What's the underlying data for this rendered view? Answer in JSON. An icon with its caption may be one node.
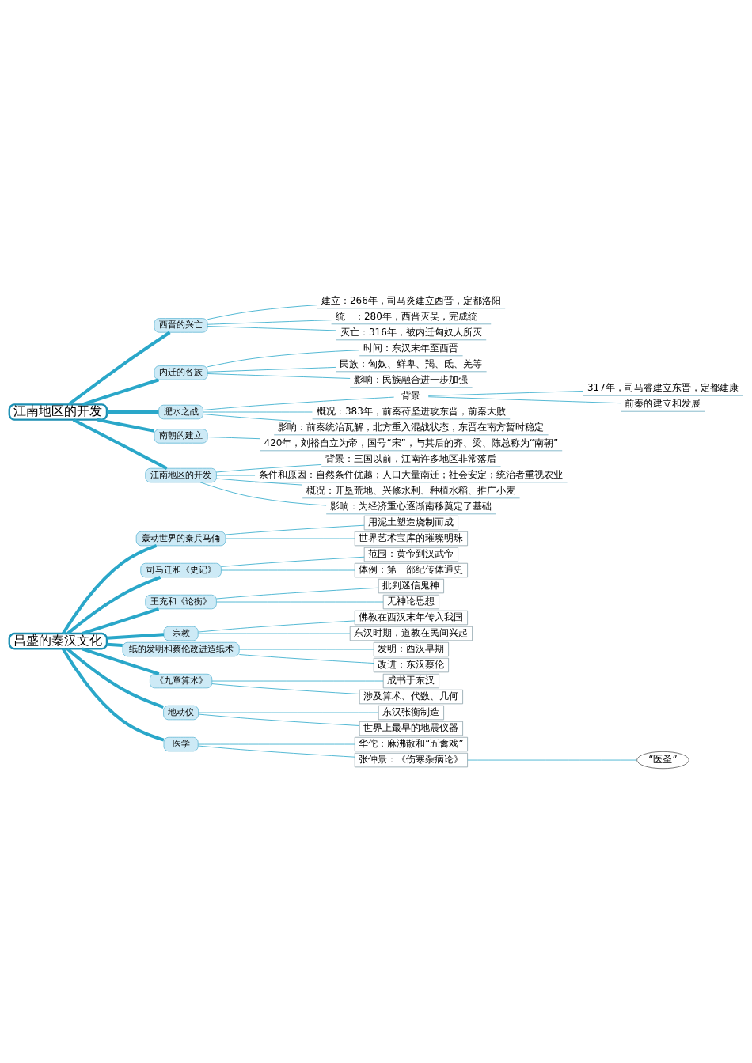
{
  "diagram": {
    "nodes": [
      {
        "text": [
          "昌盛的秦汉文化"
        ]
      },
      {
        "text": [
          "轰动世界的秦兵马俑"
        ]
      },
      {
        "text": [
          "用泥土塑造烧制而成"
        ]
      },
      {
        "text": [
          "世界艺术宝库的璀璨明珠"
        ]
      },
      {
        "text": [
          "司马迁和《史记》"
        ]
      },
      {
        "text": [
          "范围：黄帝到汉武帝"
        ]
      },
      {
        "text": [
          "体例：第一部纪传体通史"
        ]
      },
      {
        "text": [
          "王充和《论衡》"
        ]
      },
      {
        "text": [
          "批判迷信鬼神"
        ]
      },
      {
        "text": [
          "无神论思想"
        ]
      },
      {
        "text": [
          "宗教"
        ]
      },
      {
        "text": [
          "佛教在西汉末年传入我国"
        ]
      },
      {
        "text": [
          "东汉时期，道教在民间兴起"
        ]
      },
      {
        "text": [
          "纸的发明和蔡伦改进造纸术"
        ]
      },
      {
        "text": [
          "发明：西汉早期"
        ]
      },
      {
        "text": [
          "改进：东汉蔡伦"
        ]
      },
      {
        "text": [
          "《九章算术》"
        ]
      },
      {
        "text": [
          "成书于东汉"
        ]
      },
      {
        "text": [
          "涉及算术、代数、几何"
        ]
      },
      {
        "text": [
          "地动仪"
        ]
      },
      {
        "text": [
          "东汉张衡制造"
        ]
      },
      {
        "text": [
          "世界上最早的地震仪器"
        ]
      },
      {
        "text": [
          "医学"
        ]
      },
      {
        "text": [
          "华佗：麻沸散和“五禽戏”"
        ]
      },
      {
        "text": [
          "张仲景：《伤寒杂病论》"
        ]
      },
      {
        "text": [
          "“医圣”"
        ]
      },
      {
        "text": [
          "江南地区的开发"
        ]
      },
      {
        "text": [
          "西晋的兴亡"
        ]
      },
      {
        "text": [
          "建立：266年，司马炎建立西晋，定都洛阳"
        ]
      },
      {
        "text": [
          "统一：280年，西晋灭吴，完成统一"
        ]
      },
      {
        "text": [
          "灭亡：316年，被内迁匈奴人所灭"
        ]
      },
      {
        "text": [
          "内迁的各族"
        ]
      },
      {
        "text": [
          "时间：东汉末年至西晋"
        ]
      },
      {
        "text": [
          "民族：匈奴、鲜卑、羯、氐、羌等"
        ]
      },
      {
        "text": [
          "影响：民族融合进一步加强"
        ]
      },
      {
        "text": [
          "淝水之战"
        ]
      },
      {
        "text": [
          "背景"
        ]
      },
      {
        "text": [
          "317年，司马睿建立东晋，定都建康"
        ]
      },
      {
        "text": [
          "前秦的建立和发展"
        ]
      },
      {
        "text": [
          "概况：383年，前秦苻坚进攻东晋，前秦大败"
        ]
      },
      {
        "text": [
          "影响：前秦统治瓦解，北方重入混战状态，东晋在南方暂时稳定"
        ]
      },
      {
        "text": [
          "南朝的建立"
        ]
      },
      {
        "text": [
          "420年，刘裕自立为帝，国号“宋”，与其后的齐、梁、陈总称为“南朝”"
        ]
      },
      {
        "text": [
          "江南地区的开发"
        ]
      },
      {
        "text": [
          "背景：三国以前，江南许多地区非常落后"
        ]
      },
      {
        "text": [
          "条件和原因：自然条件优越；人口大量南迁；社会安定；统治者重视农业"
        ]
      },
      {
        "text": [
          "概况：开垦荒地、兴修水利、种植水稻、推广小麦"
        ]
      },
      {
        "text": [
          "影响：为经济重心逐渐南移奠定了基础"
        ]
      }
    ],
    "edges": [
      {
        "from": 0,
        "to": 1,
        "arrow": "none",
        "style": "thick"
      },
      {
        "from": 1,
        "to": 2,
        "arrow": "none"
      },
      {
        "from": 1,
        "to": 3,
        "arrow": "none"
      },
      {
        "from": 0,
        "to": 4,
        "arrow": "none",
        "style": "thick"
      },
      {
        "from": 4,
        "to": 5,
        "arrow": "none"
      },
      {
        "from": 4,
        "to": 6,
        "arrow": "none"
      },
      {
        "from": 0,
        "to": 7,
        "arrow": "none",
        "style": "thick"
      },
      {
        "from": 7,
        "to": 8,
        "arrow": "none"
      },
      {
        "from": 7,
        "to": 9,
        "arrow": "none"
      },
      {
        "from": 0,
        "to": 10,
        "arrow": "none",
        "style": "thick"
      },
      {
        "from": 10,
        "to": 11,
        "arrow": "none"
      },
      {
        "from": 10,
        "to": 12,
        "arrow": "none"
      },
      {
        "from": 0,
        "to": 13,
        "arrow": "none",
        "style": "thick"
      },
      {
        "from": 13,
        "to": 14,
        "arrow": "none"
      },
      {
        "from": 13,
        "to": 15,
        "arrow": "none"
      },
      {
        "from": 0,
        "to": 16,
        "arrow": "none",
        "style": "thick"
      },
      {
        "from": 16,
        "to": 17,
        "arrow": "none"
      },
      {
        "from": 16,
        "to": 18,
        "arrow": "none"
      },
      {
        "from": 0,
        "to": 19,
        "arrow": "none",
        "style": "thick"
      },
      {
        "from": 19,
        "to": 20,
        "arrow": "none"
      },
      {
        "from": 19,
        "to": 21,
        "arrow": "none"
      },
      {
        "from": 0,
        "to": 22,
        "arrow": "none",
        "style": "thick"
      },
      {
        "from": 22,
        "to": 23,
        "arrow": "none"
      },
      {
        "from": 22,
        "to": 24,
        "arrow": "none"
      },
      {
        "from": 24,
        "to": 25,
        "arrow": "none"
      },
      {
        "from": 26,
        "to": 27,
        "arrow": "none",
        "style": "thick"
      },
      {
        "from": 27,
        "to": 28,
        "arrow": "none"
      },
      {
        "from": 27,
        "to": 29,
        "arrow": "none"
      },
      {
        "from": 27,
        "to": 30,
        "arrow": "none"
      },
      {
        "from": 26,
        "to": 31,
        "arrow": "none",
        "style": "thick"
      },
      {
        "from": 31,
        "to": 32,
        "arrow": "none"
      },
      {
        "from": 31,
        "to": 33,
        "arrow": "none"
      },
      {
        "from": 31,
        "to": 34,
        "arrow": "none"
      },
      {
        "from": 26,
        "to": 35,
        "arrow": "none",
        "style": "thick"
      },
      {
        "from": 35,
        "to": 36,
        "arrow": "none"
      },
      {
        "from": 36,
        "to": 37,
        "arrow": "none"
      },
      {
        "from": 36,
        "to": 38,
        "arrow": "none"
      },
      {
        "from": 35,
        "to": 39,
        "arrow": "none"
      },
      {
        "from": 35,
        "to": 40,
        "arrow": "none"
      },
      {
        "from": 26,
        "to": 41,
        "arrow": "none",
        "style": "thick"
      },
      {
        "from": 41,
        "to": 42,
        "arrow": "none"
      },
      {
        "from": 26,
        "to": 43,
        "arrow": "none",
        "style": "thick"
      },
      {
        "from": 43,
        "to": 44,
        "arrow": "none"
      },
      {
        "from": 43,
        "to": 45,
        "arrow": "none"
      },
      {
        "from": 43,
        "to": 46,
        "arrow": "none"
      },
      {
        "from": 43,
        "to": 47,
        "arrow": "none"
      }
    ]
  }
}
